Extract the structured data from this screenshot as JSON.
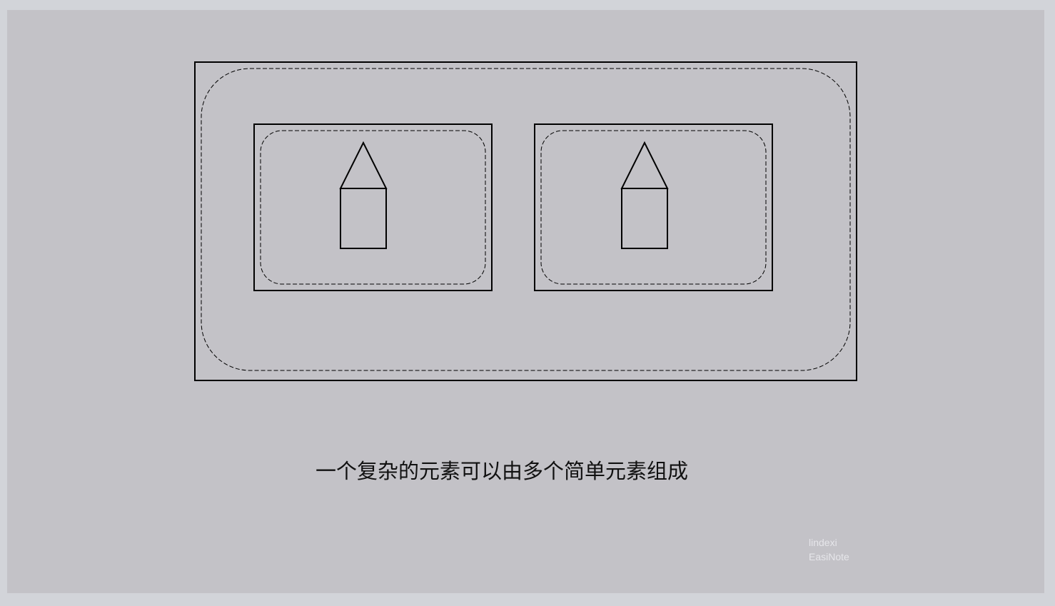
{
  "caption": "一个复杂的元素可以由多个简单元素组成",
  "watermark": {
    "line1": "lindexi",
    "line2": "EasiNote"
  },
  "colors": {
    "page_background": "#d2d4d9",
    "slide_background": "#c3c2c7",
    "stroke": "#000000",
    "watermark": "#e6e6ea"
  }
}
